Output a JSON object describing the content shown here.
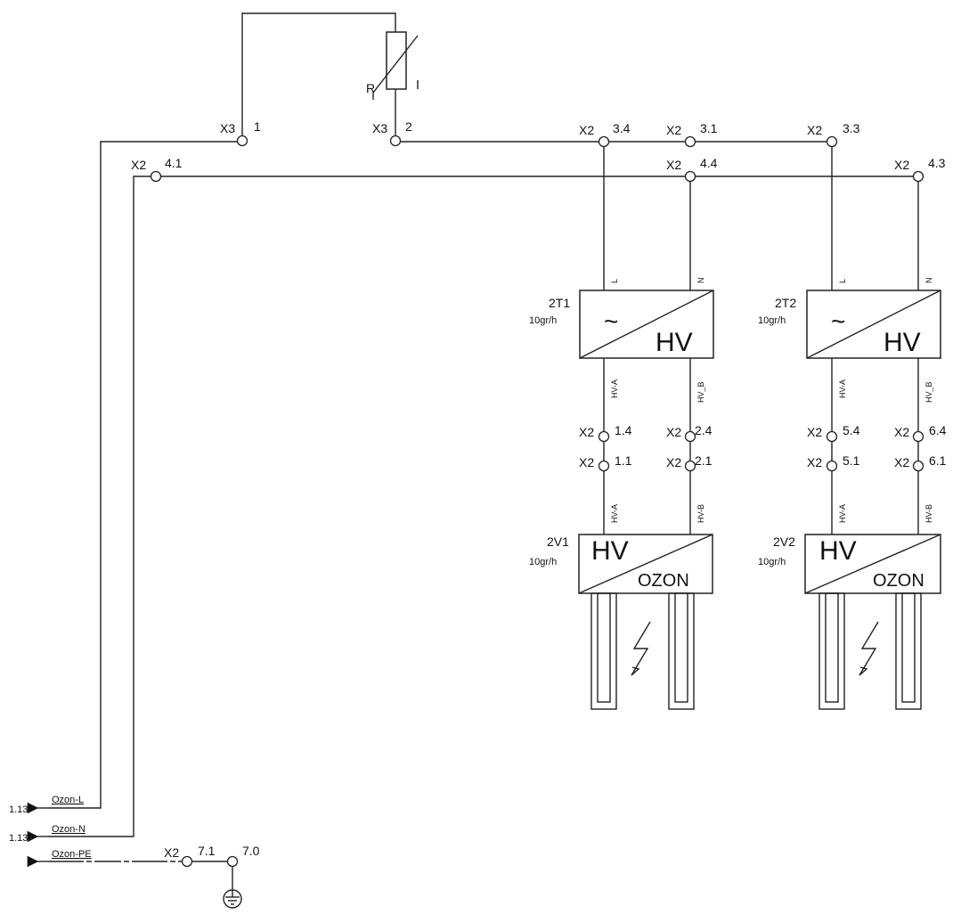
{
  "resistor": {
    "label": "R"
  },
  "terminals": {
    "x3_1": {
      "strip": "X3",
      "num": "1"
    },
    "x3_2": {
      "strip": "X3",
      "num": "2"
    },
    "x2_41": {
      "strip": "X2",
      "num": "4.1"
    },
    "x2_34": {
      "strip": "X2",
      "num": "3.4"
    },
    "x2_31": {
      "strip": "X2",
      "num": "3.1"
    },
    "x2_33": {
      "strip": "X2",
      "num": "3.3"
    },
    "x2_44": {
      "strip": "X2",
      "num": "4.4"
    },
    "x2_43": {
      "strip": "X2",
      "num": "4.3"
    },
    "x2_14": {
      "strip": "X2",
      "num": "1.4"
    },
    "x2_24": {
      "strip": "X2",
      "num": "2.4"
    },
    "x2_11": {
      "strip": "X2",
      "num": "1.1"
    },
    "x2_21": {
      "strip": "X2",
      "num": "2.1"
    },
    "x2_54": {
      "strip": "X2",
      "num": "5.4"
    },
    "x2_64": {
      "strip": "X2",
      "num": "6.4"
    },
    "x2_51": {
      "strip": "X2",
      "num": "5.1"
    },
    "x2_61": {
      "strip": "X2",
      "num": "6.1"
    },
    "x2_71": {
      "strip": "X2",
      "num": "7.1"
    },
    "t_70": {
      "num": "7.0"
    }
  },
  "transformers": [
    {
      "id": "2T1",
      "rating": "10gr/h",
      "input_symbol": "~",
      "output": "HV",
      "pin_l": "L",
      "pin_n": "N",
      "out_a": "HV-A",
      "out_b": "HV_B"
    },
    {
      "id": "2T2",
      "rating": "10gr/h",
      "input_symbol": "~",
      "output": "HV",
      "pin_l": "L",
      "pin_n": "N",
      "out_a": "HV-A",
      "out_b": "HV_B"
    }
  ],
  "ozone_generators": [
    {
      "id": "2V1",
      "rating": "10gr/h",
      "input": "HV",
      "output": "OZON",
      "in_a": "HV-A",
      "in_b": "HV-B"
    },
    {
      "id": "2V2",
      "rating": "10gr/h",
      "input": "HV",
      "output": "OZON",
      "in_a": "HV-A",
      "in_b": "HV-B"
    }
  ],
  "outputs": [
    {
      "ref": "1.13",
      "signal": "Ozon-L"
    },
    {
      "ref": "1.13",
      "signal": "Ozon-N"
    },
    {
      "ref": "",
      "signal": "Ozon-PE"
    }
  ],
  "colors": {
    "line": "#222222",
    "background": "#ffffff"
  }
}
